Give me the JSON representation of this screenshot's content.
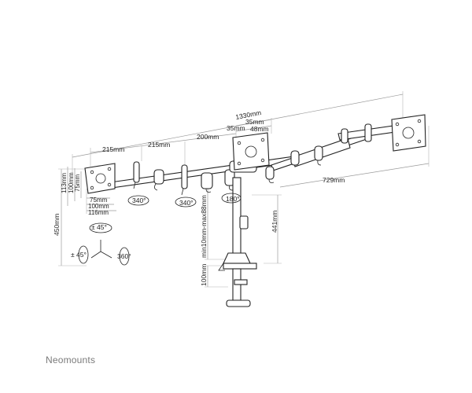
{
  "brand": "Neomounts",
  "dimensions": {
    "overall_width": "1330mm",
    "arm_1": "215mm",
    "arm_2": "215mm",
    "arm_3": "200mm",
    "offset_35": "35mm",
    "offset_35b": "35mm",
    "offset_48": "48mm",
    "reach_729": "729mm",
    "height_441": "441mm",
    "pole_range": "min10mm-max88mm",
    "clamp_100": "100mm",
    "total_height": "450mm",
    "vesa_h_113": "113mm",
    "vesa_h_100": "100mm",
    "vesa_h_75": "75mm",
    "vesa_w_75": "75mm",
    "vesa_w_100": "100mm",
    "vesa_w_116": "116mm"
  },
  "rotations": {
    "rot_340_a": "340°",
    "rot_340_b": "340°",
    "rot_180": "180°",
    "tilt_top": "± 45°",
    "tilt_left": "± 45°",
    "rotate_360": "360°"
  }
}
